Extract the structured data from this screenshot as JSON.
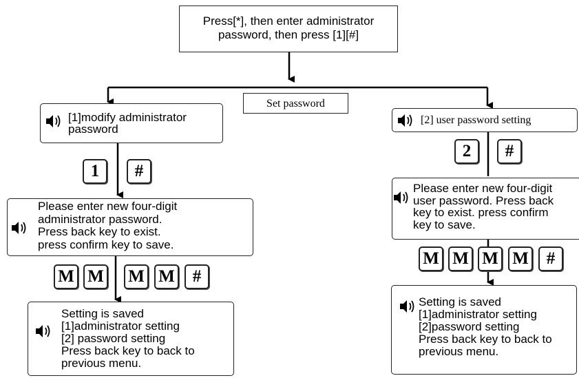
{
  "top_instruction": "Press[*], then enter administrator\npassword, then press [1][#]",
  "center_label": "Set password",
  "left": {
    "menu_item": "[1]modify administrator\npassword",
    "keys": [
      "1",
      "#"
    ],
    "prompt": "Please enter new four-digit\nadministrator password.\nPress back key to exist.\npress confirm key to save.",
    "entry_keys": [
      "M",
      "M",
      "M",
      "M",
      "#"
    ],
    "saved": "Setting is saved\n[1]administrator setting\n[2] password setting\nPress back key to back to\nprevious menu."
  },
  "right": {
    "menu_item": "[2] user password setting",
    "keys": [
      "2",
      "#"
    ],
    "prompt": "Please enter new four-digit\nuser password. Press back\nkey to exist. press confirm\nkey to save.",
    "entry_keys": [
      "M",
      "M",
      "M",
      "M",
      "#"
    ],
    "saved": "Setting is saved\n[1]administrator setting\n[2]password setting\nPress back key to back to\nprevious menu."
  },
  "speaker_icon": "speaker-icon"
}
